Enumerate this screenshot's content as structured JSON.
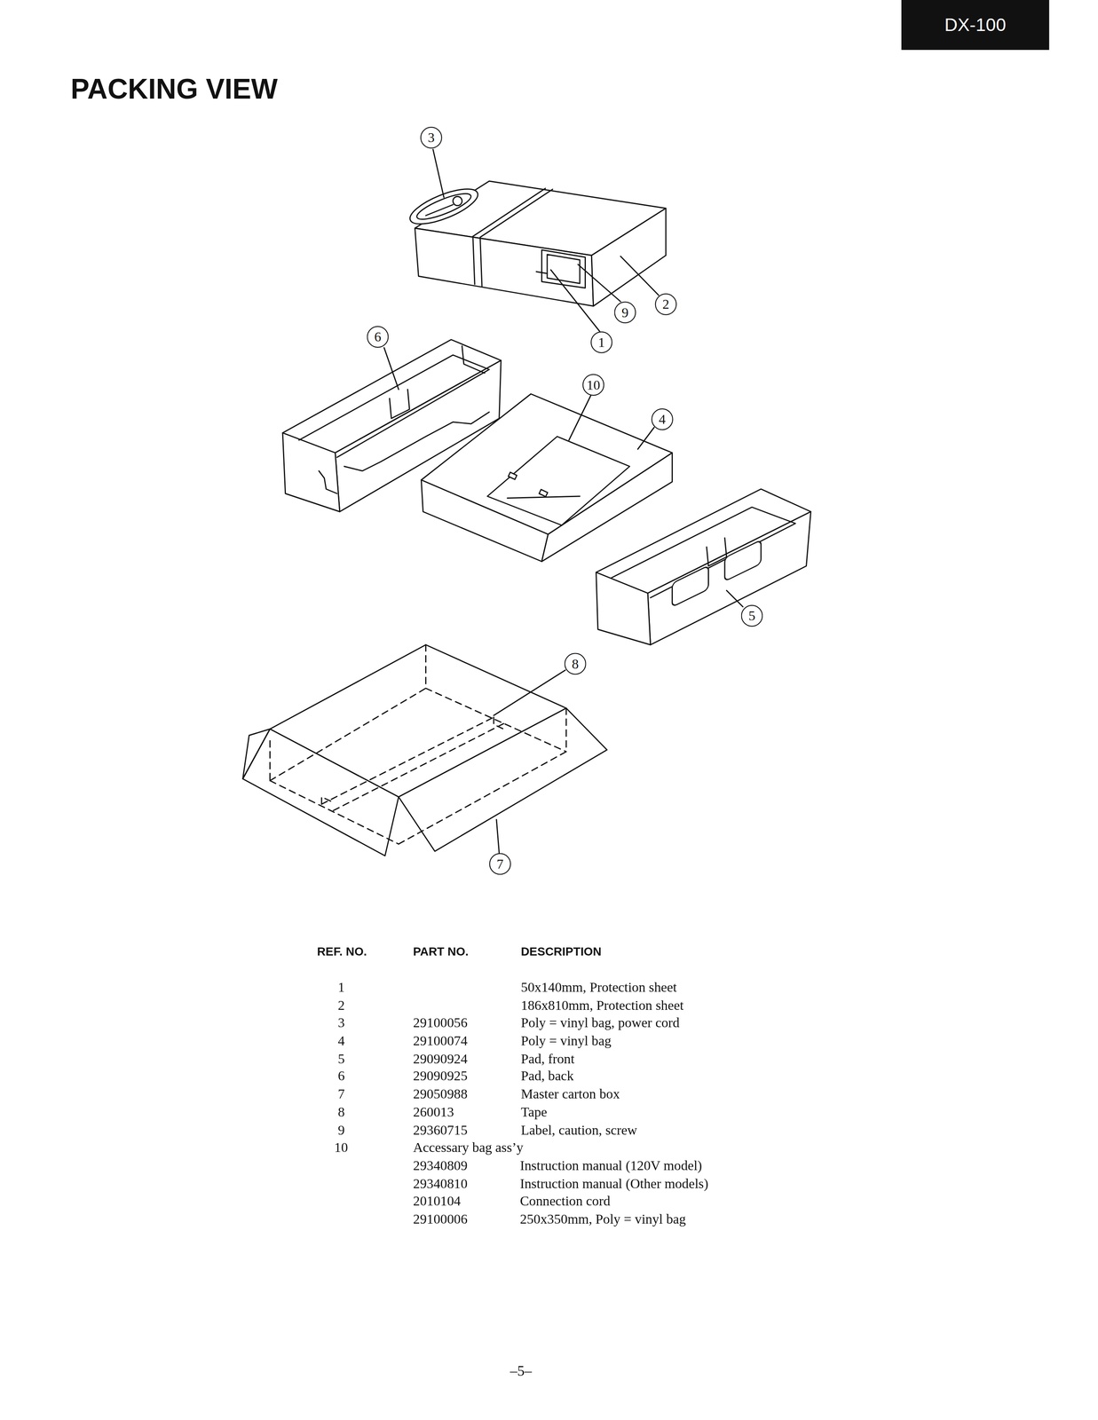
{
  "diagram": {
    "title": "PACKING VIEW",
    "nodes": [
      {
        "text": [
          "DX-100"
        ]
      },
      {
        "text": [
          "3"
        ]
      },
      {
        "text": [
          "2"
        ]
      },
      {
        "text": [
          "9"
        ]
      },
      {
        "text": [
          "6"
        ]
      },
      {
        "text": [
          "1"
        ]
      },
      {
        "text": [
          "10"
        ]
      },
      {
        "text": [
          "4"
        ]
      },
      {
        "text": [
          "5"
        ]
      },
      {
        "text": [
          "8"
        ]
      },
      {
        "text": [
          "7"
        ]
      }
    ],
    "labels": [
      "REF. NO.",
      "PART NO.",
      "DESCRIPTION",
      "1",
      "50x140mm, Protection sheet",
      "2",
      "186x810mm, Protection sheet",
      "3",
      "29100056",
      "Poly = vinyl bag, power cord",
      "4",
      "29100074",
      "Poly = vinyl bag",
      "5",
      "29090924",
      "Pad, front",
      "6",
      "29090925",
      "Pad, back",
      "7",
      "29050988",
      "Master carton box",
      "8",
      "260013",
      "Tape",
      "9",
      "29360715",
      "Label, caution, screw",
      "10",
      "Accessary bag ass’y",
      "29340809",
      "Instruction manual (120V model)",
      "29340810",
      "Instruction manual (Other models)",
      "2010104",
      "Connection cord",
      "29100006",
      "250x350mm, Poly = vinyl bag",
      "–5–"
    ]
  }
}
